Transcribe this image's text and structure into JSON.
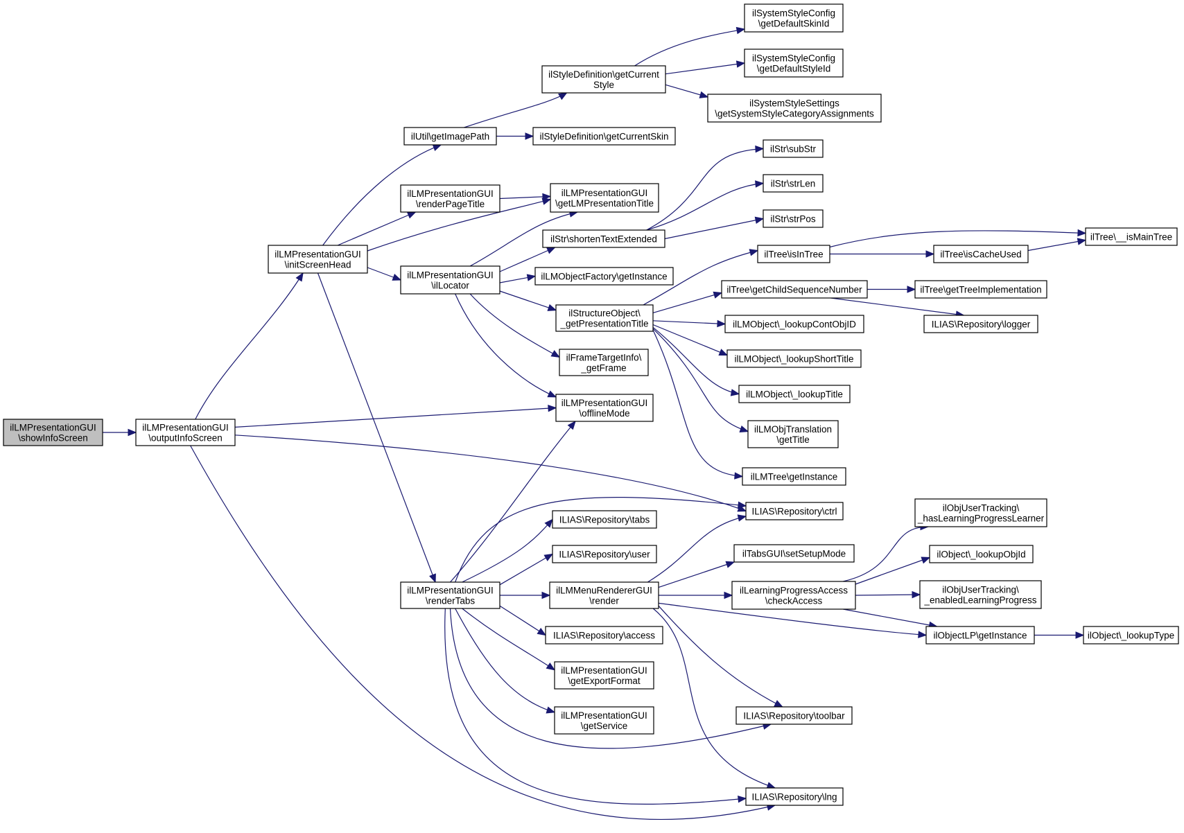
{
  "graph": {
    "kind": "call-graph",
    "colors": {
      "edge": "#191970",
      "root_fill": "#bfbfbf",
      "node_fill": "#ffffff",
      "node_border": "#000000"
    },
    "nodes": [
      {
        "id": "n_showinfo",
        "lines": [
          "ilLMPresentationGUI",
          "\\showInfoScreen"
        ],
        "root": true
      },
      {
        "id": "n_outputinfo",
        "lines": [
          "ilLMPresentationGUI",
          "\\outputInfoScreen"
        ]
      },
      {
        "id": "n_initscreen",
        "lines": [
          "ilLMPresentationGUI",
          "\\initScreenHead"
        ]
      },
      {
        "id": "n_rendertabs",
        "lines": [
          "ilLMPresentationGUI",
          "\\renderTabs"
        ]
      },
      {
        "id": "n_getimagepath",
        "lines": [
          "ilUtil\\getImagePath"
        ]
      },
      {
        "id": "n_renderpagetitle",
        "lines": [
          "ilLMPresentationGUI",
          "\\renderPageTitle"
        ]
      },
      {
        "id": "n_illocator",
        "lines": [
          "ilLMPresentationGUI",
          "\\ilLocator"
        ]
      },
      {
        "id": "n_getcurrentstyle",
        "lines": [
          "ilStyleDefinition\\getCurrent",
          "Style"
        ]
      },
      {
        "id": "n_getcurrentskin",
        "lines": [
          "ilStyleDefinition\\getCurrentSkin"
        ]
      },
      {
        "id": "n_getlmprestitle",
        "lines": [
          "ilLMPresentationGUI",
          "\\getLMPresentationTitle"
        ]
      },
      {
        "id": "n_shortentext",
        "lines": [
          "ilStr\\shortenTextExtended"
        ]
      },
      {
        "id": "n_lmobjfactory",
        "lines": [
          "ilLMObjectFactory\\getInstance"
        ]
      },
      {
        "id": "n_structpres",
        "lines": [
          "ilStructureObject\\",
          "_getPresentationTitle"
        ]
      },
      {
        "id": "n_frametarget",
        "lines": [
          "ilFrameTargetInfo\\",
          "_getFrame"
        ]
      },
      {
        "id": "n_offlinemode",
        "lines": [
          "ilLMPresentationGUI",
          "\\offlineMode"
        ]
      },
      {
        "id": "n_defskin",
        "lines": [
          "ilSystemStyleConfig",
          "\\getDefaultSkinId"
        ]
      },
      {
        "id": "n_defstyle",
        "lines": [
          "ilSystemStyleConfig",
          "\\getDefaultStyleId"
        ]
      },
      {
        "id": "n_stylecat",
        "lines": [
          "ilSystemStyleSettings",
          "\\getSystemStyleCategoryAssignments"
        ]
      },
      {
        "id": "n_substr",
        "lines": [
          "ilStr\\subStr"
        ]
      },
      {
        "id": "n_strlen",
        "lines": [
          "ilStr\\strLen"
        ]
      },
      {
        "id": "n_strpos",
        "lines": [
          "ilStr\\strPos"
        ]
      },
      {
        "id": "n_isintree",
        "lines": [
          "ilTree\\isInTree"
        ]
      },
      {
        "id": "n_childseq",
        "lines": [
          "ilTree\\getChildSequenceNumber"
        ]
      },
      {
        "id": "n_lookupcont",
        "lines": [
          "ilLMObject\\_lookupContObjID"
        ]
      },
      {
        "id": "n_lookupshort",
        "lines": [
          "ilLMObject\\_lookupShortTitle"
        ]
      },
      {
        "id": "n_lookuptitle",
        "lines": [
          "ilLMObject\\_lookupTitle"
        ]
      },
      {
        "id": "n_objtrans",
        "lines": [
          "ilLMObjTranslation",
          "\\getTitle"
        ]
      },
      {
        "id": "n_lmtree",
        "lines": [
          "ilLMTree\\getInstance"
        ]
      },
      {
        "id": "n_iscacheused",
        "lines": [
          "ilTree\\isCacheUsed"
        ]
      },
      {
        "id": "n_ismaintree",
        "lines": [
          "ilTree\\__isMainTree"
        ]
      },
      {
        "id": "n_treeimpl",
        "lines": [
          "ilTree\\getTreeImplementation"
        ]
      },
      {
        "id": "n_logger",
        "lines": [
          "ILIAS\\Repository\\logger"
        ]
      },
      {
        "id": "n_ctrl",
        "lines": [
          "ILIAS\\Repository\\ctrl"
        ]
      },
      {
        "id": "n_tabs",
        "lines": [
          "ILIAS\\Repository\\tabs"
        ]
      },
      {
        "id": "n_user",
        "lines": [
          "ILIAS\\Repository\\user"
        ]
      },
      {
        "id": "n_menurender",
        "lines": [
          "ilLMMenuRendererGUI",
          "\\render"
        ]
      },
      {
        "id": "n_access",
        "lines": [
          "ILIAS\\Repository\\access"
        ]
      },
      {
        "id": "n_exportformat",
        "lines": [
          "ilLMPresentationGUI",
          "\\getExportFormat"
        ]
      },
      {
        "id": "n_getservice",
        "lines": [
          "ilLMPresentationGUI",
          "\\getService"
        ]
      },
      {
        "id": "n_setupmode",
        "lines": [
          "ilTabsGUI\\setSetupMode"
        ]
      },
      {
        "id": "n_checkaccess",
        "lines": [
          "ilLearningProgressAccess",
          "\\checkAccess"
        ]
      },
      {
        "id": "n_toolbar",
        "lines": [
          "ILIAS\\Repository\\toolbar"
        ]
      },
      {
        "id": "n_lng",
        "lines": [
          "ILIAS\\Repository\\lng"
        ]
      },
      {
        "id": "n_haslp",
        "lines": [
          "ilObjUserTracking\\",
          "_hasLearningProgressLearner"
        ]
      },
      {
        "id": "n_lookupobjid",
        "lines": [
          "ilObject\\_lookupObjId"
        ]
      },
      {
        "id": "n_enabledlp",
        "lines": [
          "ilObjUserTracking\\",
          "_enabledLearningProgress"
        ]
      },
      {
        "id": "n_objlp",
        "lines": [
          "ilObjectLP\\getInstance"
        ]
      },
      {
        "id": "n_lookuptype",
        "lines": [
          "ilObject\\_lookupType"
        ]
      }
    ]
  }
}
